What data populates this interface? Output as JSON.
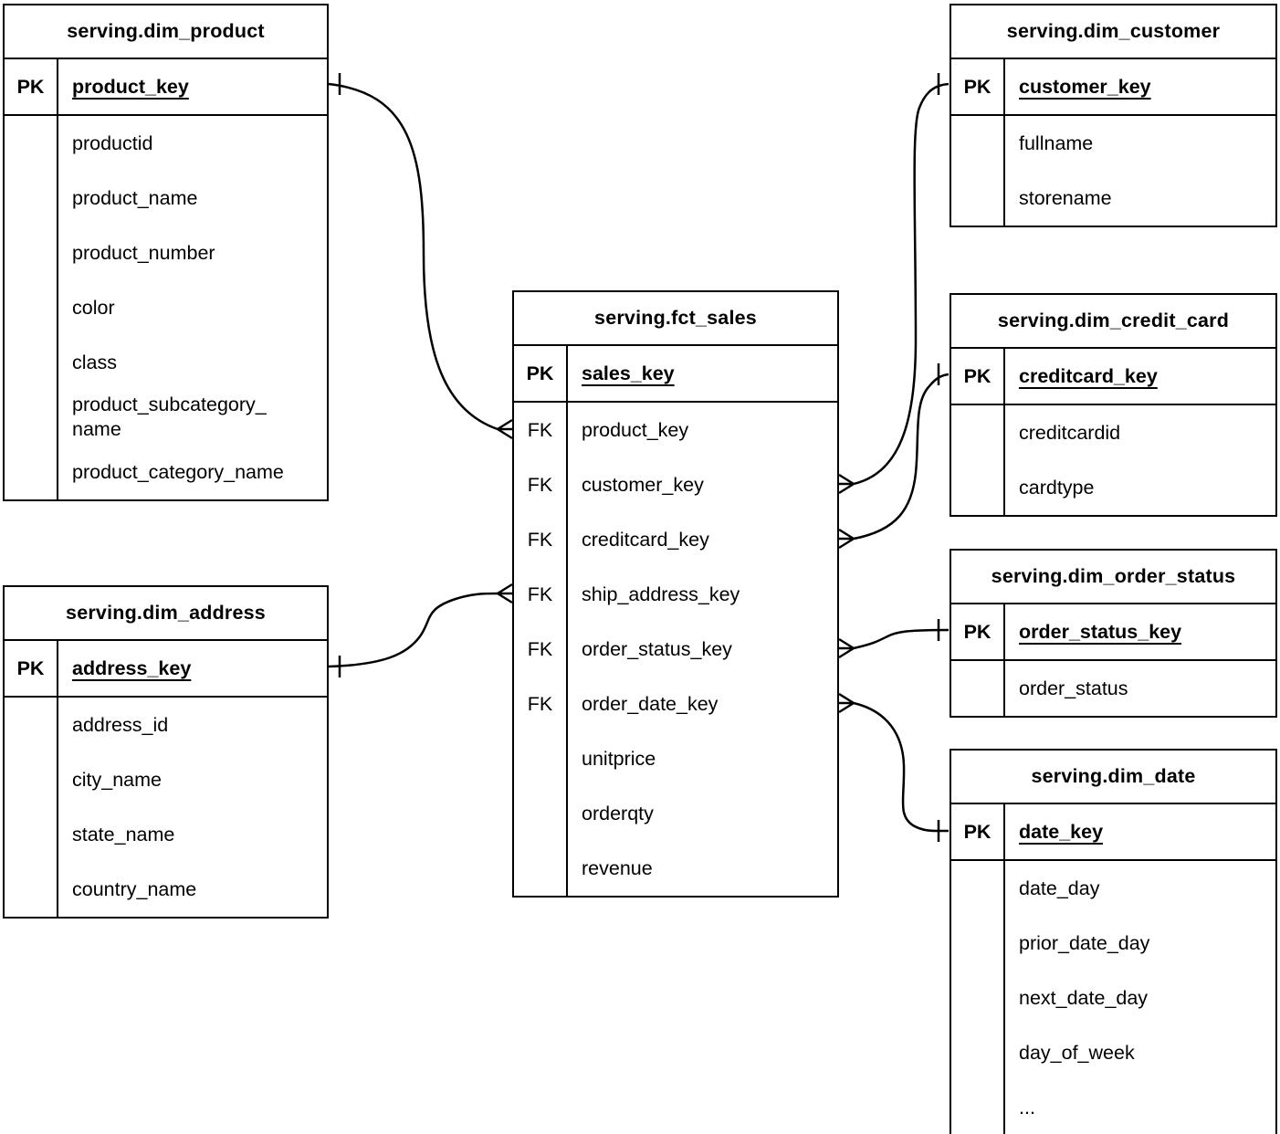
{
  "tables": [
    {
      "id": "fct_sales",
      "title": "serving.fct_sales",
      "primary_key": {
        "label": "PK",
        "field": "sales_key"
      },
      "rows": [
        {
          "key_label": "FK",
          "field": "product_key"
        },
        {
          "key_label": "FK",
          "field": "customer_key"
        },
        {
          "key_label": "FK",
          "field": "creditcard_key"
        },
        {
          "key_label": "FK",
          "field": "ship_address_key"
        },
        {
          "key_label": "FK",
          "field": "order_status_key"
        },
        {
          "key_label": "FK",
          "field": "order_date_key"
        },
        {
          "key_label": "",
          "field": "unitprice"
        },
        {
          "key_label": "",
          "field": "orderqty"
        },
        {
          "key_label": "",
          "field": "revenue"
        }
      ]
    },
    {
      "id": "dim_product",
      "title": "serving.dim_product",
      "primary_key": {
        "label": "PK",
        "field": "product_key"
      },
      "rows": [
        {
          "key_label": "",
          "field": "productid"
        },
        {
          "key_label": "",
          "field": "product_name"
        },
        {
          "key_label": "",
          "field": "product_number"
        },
        {
          "key_label": "",
          "field": "color"
        },
        {
          "key_label": "",
          "field": "class"
        },
        {
          "key_label": "",
          "field": "product_subcategory_\nname"
        },
        {
          "key_label": "",
          "field": "product_category_name"
        }
      ]
    },
    {
      "id": "dim_customer",
      "title": "serving.dim_customer",
      "primary_key": {
        "label": "PK",
        "field": "customer_key"
      },
      "rows": [
        {
          "key_label": "",
          "field": "fullname"
        },
        {
          "key_label": "",
          "field": "storename"
        }
      ]
    },
    {
      "id": "dim_credit_card",
      "title": "serving.dim_credit_card",
      "primary_key": {
        "label": "PK",
        "field": "creditcard_key"
      },
      "rows": [
        {
          "key_label": "",
          "field": "creditcardid"
        },
        {
          "key_label": "",
          "field": "cardtype"
        }
      ]
    },
    {
      "id": "dim_order_status",
      "title": "serving.dim_order_status",
      "primary_key": {
        "label": "PK",
        "field": "order_status_key"
      },
      "rows": [
        {
          "key_label": "",
          "field": "order_status"
        }
      ]
    },
    {
      "id": "dim_date",
      "title": "serving.dim_date",
      "primary_key": {
        "label": "PK",
        "field": "date_key"
      },
      "rows": [
        {
          "key_label": "",
          "field": "date_day"
        },
        {
          "key_label": "",
          "field": "prior_date_day"
        },
        {
          "key_label": "",
          "field": "next_date_day"
        },
        {
          "key_label": "",
          "field": "day_of_week"
        },
        {
          "key_label": "",
          "field": "..."
        }
      ]
    },
    {
      "id": "dim_address",
      "title": "serving.dim_address",
      "primary_key": {
        "label": "PK",
        "field": "address_key"
      },
      "rows": [
        {
          "key_label": "",
          "field": "address_id"
        },
        {
          "key_label": "",
          "field": "city_name"
        },
        {
          "key_label": "",
          "field": "state_name"
        },
        {
          "key_label": "",
          "field": "country_name"
        }
      ]
    }
  ],
  "relationships": [
    {
      "from_table": "serving.fct_sales",
      "from_field": "product_key",
      "to_table": "serving.dim_product",
      "to_field": "product_key",
      "from_cardinality": "many",
      "to_cardinality": "one"
    },
    {
      "from_table": "serving.fct_sales",
      "from_field": "customer_key",
      "to_table": "serving.dim_customer",
      "to_field": "customer_key",
      "from_cardinality": "many",
      "to_cardinality": "one"
    },
    {
      "from_table": "serving.fct_sales",
      "from_field": "creditcard_key",
      "to_table": "serving.dim_credit_card",
      "to_field": "creditcard_key",
      "from_cardinality": "many",
      "to_cardinality": "one"
    },
    {
      "from_table": "serving.fct_sales",
      "from_field": "ship_address_key",
      "to_table": "serving.dim_address",
      "to_field": "address_key",
      "from_cardinality": "many",
      "to_cardinality": "one"
    },
    {
      "from_table": "serving.fct_sales",
      "from_field": "order_status_key",
      "to_table": "serving.dim_order_status",
      "to_field": "order_status_key",
      "from_cardinality": "many",
      "to_cardinality": "one"
    },
    {
      "from_table": "serving.fct_sales",
      "from_field": "order_date_key",
      "to_table": "serving.dim_date",
      "to_field": "date_key",
      "from_cardinality": "many",
      "to_cardinality": "one"
    }
  ]
}
